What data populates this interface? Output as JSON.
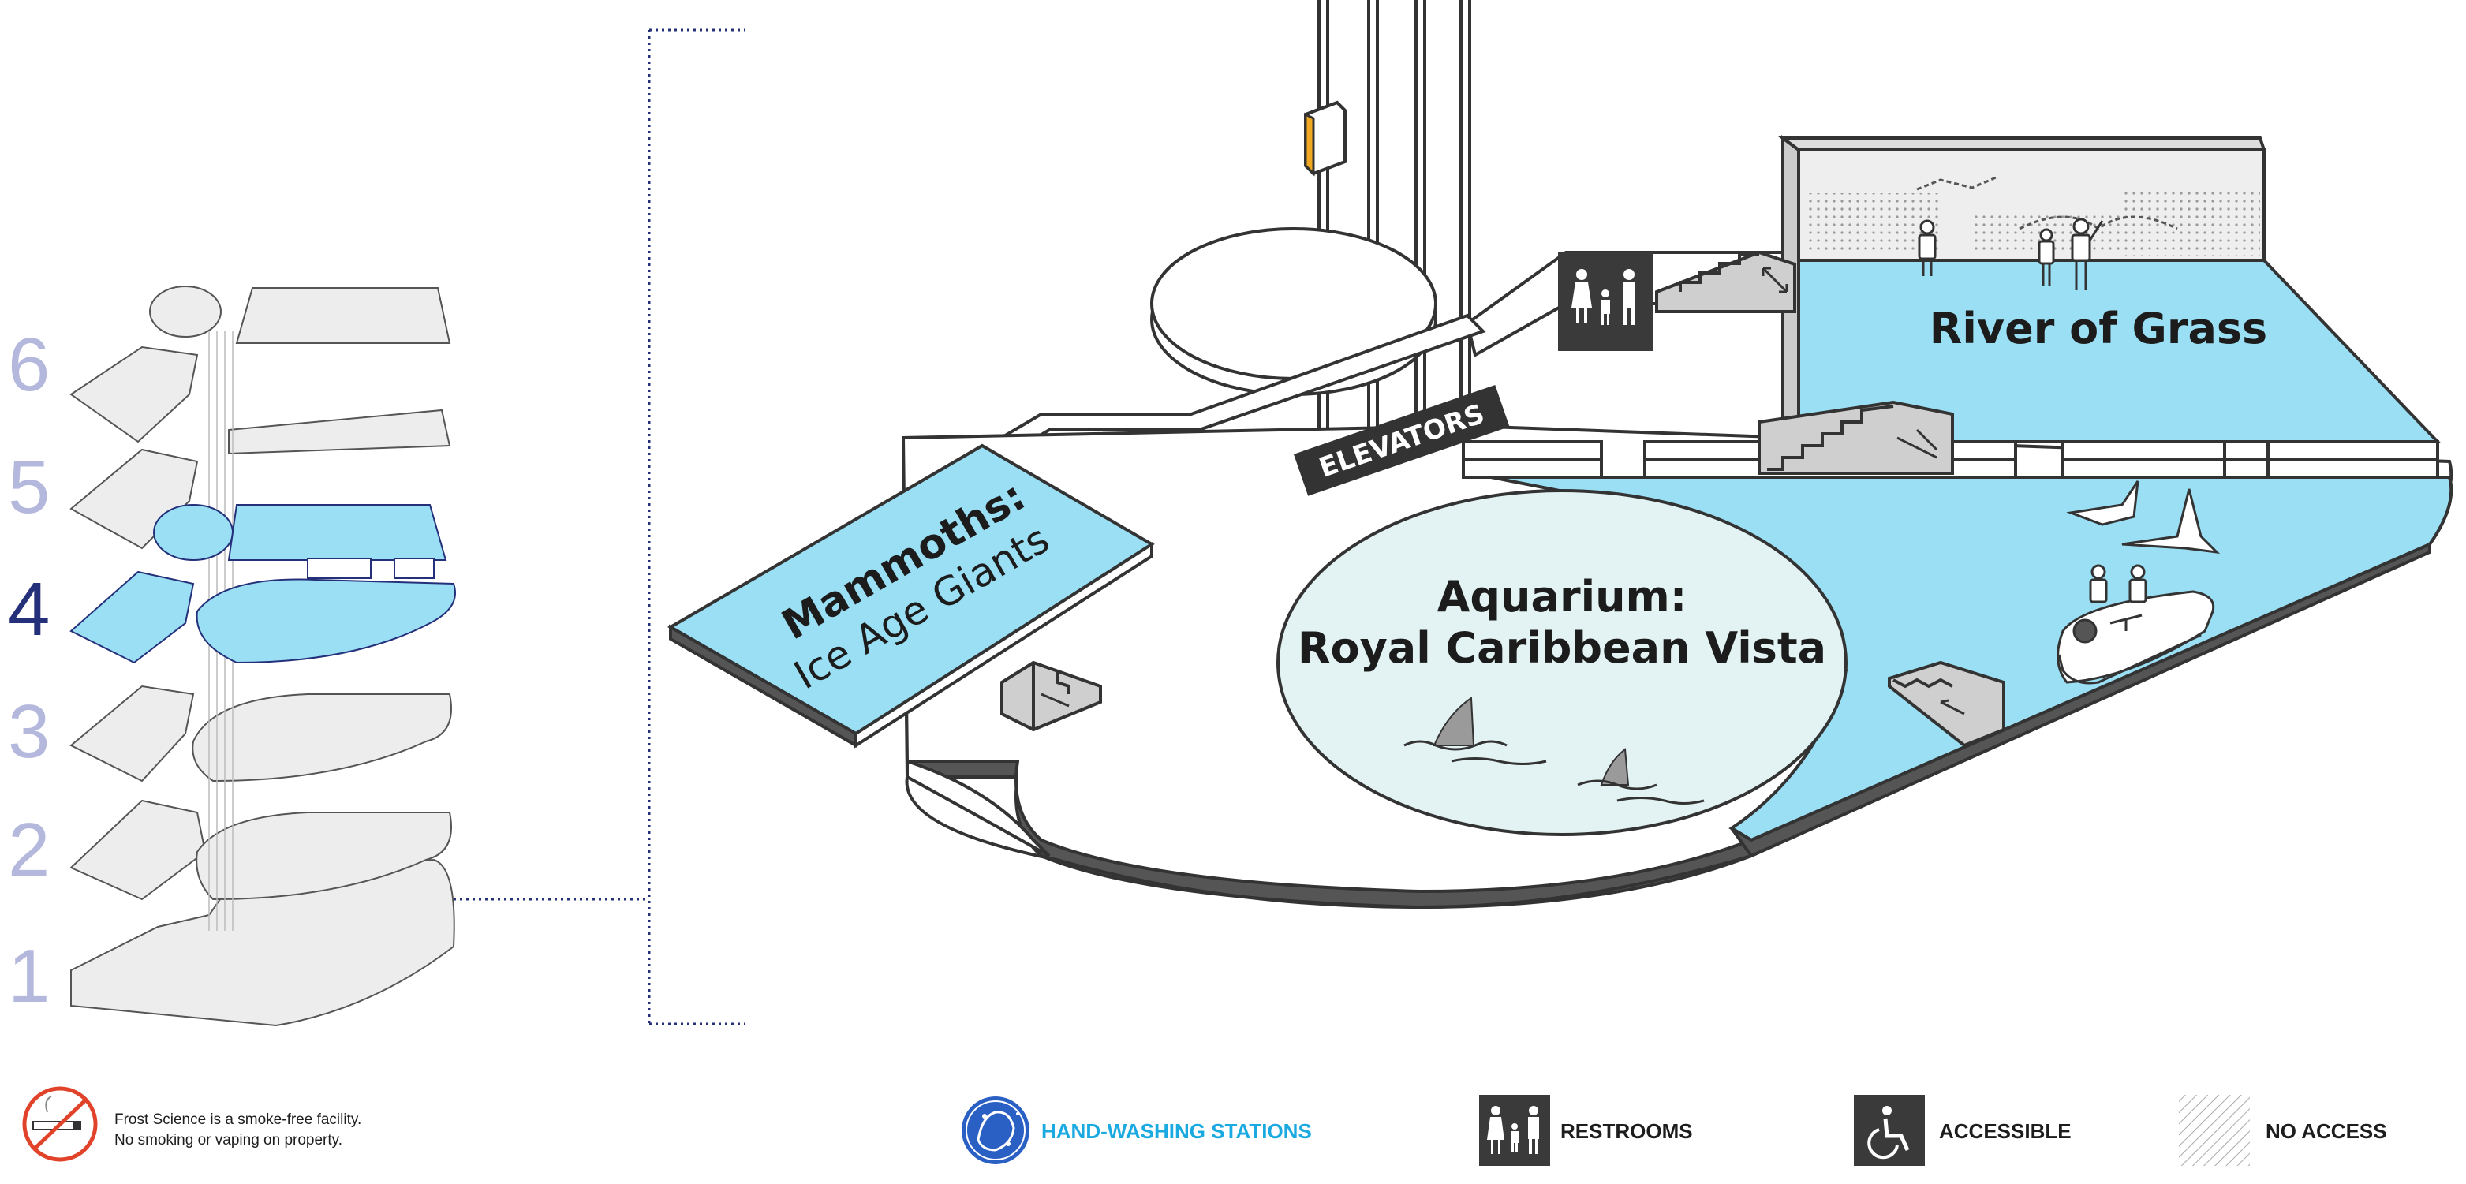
{
  "floor_selector": {
    "floors": [
      {
        "label": "6",
        "active": false
      },
      {
        "label": "5",
        "active": false
      },
      {
        "label": "4",
        "active": true
      },
      {
        "label": "3",
        "active": false
      },
      {
        "label": "2",
        "active": false
      },
      {
        "label": "1",
        "active": false
      }
    ]
  },
  "map": {
    "elevators_label": "ELEVATORS",
    "zones": {
      "mammoths_title": "Mammoths:",
      "mammoths_subtitle": "Ice Age Giants",
      "aquarium_title": "Aquarium:",
      "aquarium_subtitle": "Royal Caribbean Vista",
      "river_title": "River of Grass"
    }
  },
  "footer": {
    "smoke_free_line1": "Frost Science is a smoke-free facility.",
    "smoke_free_line2": "No smoking or vaping on property.",
    "legend": {
      "hand_washing": "HAND-WASHING STATIONS",
      "restrooms": "RESTROOMS",
      "accessible": "ACCESSIBLE",
      "no_access": "NO ACCESS"
    }
  },
  "colors": {
    "exhibit_blue": "#9bdff4",
    "aquarium_fill": "#e3f3f3",
    "active_floor": "#24307a",
    "inactive_floor": "#b3b8dc",
    "accent_cyan": "#1aa9e0",
    "dark_icon": "#3a3a3a",
    "no_smoking_red": "#e0432a",
    "hand_wash_blue": "#2a5fc4"
  },
  "icons": [
    "no-smoking-icon",
    "hand-washing-icon",
    "restrooms-icon",
    "accessible-icon",
    "no-access-icon",
    "staircase-icon",
    "shark-fin-icon",
    "bird-icon",
    "airboat-icon"
  ]
}
